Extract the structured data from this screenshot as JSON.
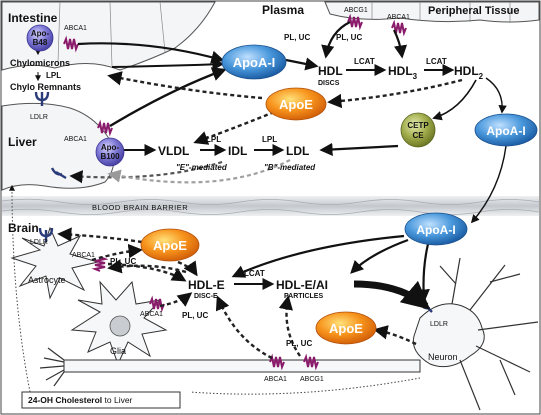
{
  "regions": {
    "intestine": "Intestine",
    "plasma": "Plasma",
    "peripheral_tissue": "Peripheral Tissue",
    "liver": "Liver",
    "brain": "Brain",
    "blood_brain_barrier": "BLOOD BRAIN BARRIER"
  },
  "proteins": {
    "apob48_line1": "Apo-",
    "apob48_line2": "B48",
    "apob100_line1": "Apo-",
    "apob100_line2": "B100",
    "apoai_plasma": "ApoA-I",
    "apoe_plasma": "ApoE",
    "cetp_line1": "CETP",
    "cetp_line2": "CE",
    "apoai_right": "ApoA-I",
    "apoai_brain": "ApoA-I",
    "apoe_astrocyte": "ApoE",
    "apoe_neuron": "ApoE"
  },
  "transporters": {
    "abca1_intestine": "ABCA1",
    "abcg1_peripheral": "ABCG1",
    "abca1_peripheral": "ABCA1",
    "abca1_liver": "ABCA1",
    "ldlr_liver": "LDLR",
    "ldlr_astrocyte": "LDLR",
    "abca1_astrocyte": "ABCA1",
    "abca1_glia": "ABCA1",
    "ldlr_neuron": "LDLR",
    "abca1_axon": "ABCA1",
    "abcg1_axon": "ABCG1"
  },
  "particles": {
    "chylomicrons": "Chylomicrons",
    "lpl_intestine": "LPL",
    "chylo_remnants": "Chylo Remnants",
    "hdl_discs_main": "HDL",
    "hdl_discs_sub": "DISCS",
    "hdl3_main": "HDL",
    "hdl3_sub": "3",
    "hdl2_main": "HDL",
    "hdl2_sub": "2",
    "vldl": "VLDL",
    "idl": "IDL",
    "ldl": "LDL",
    "hdle_main": "HDL-E",
    "hdle_sub": "DISC-E",
    "hdle_ai_main": "HDL-E/AI",
    "hdle_ai_sub": "PARTICLES"
  },
  "enzymes": {
    "pl_uc_1": "PL, UC",
    "pl_uc_2": "PL, UC",
    "lcat_1": "LCAT",
    "lcat_2": "LCAT",
    "lpl_1": "LPL",
    "lpl_2": "LPL",
    "e_mediated": "\"E\"-mediated",
    "b_mediated": "\"B\"-mediated",
    "pl_uc_astro": "PL, UC",
    "pl_uc_glia": "PL, UC",
    "lcat_brain": "LCAT",
    "pl_uc_axon": "PL, UC"
  },
  "cells": {
    "astrocyte": "Astrocyte",
    "glia": "Glia",
    "neuron": "Neuron"
  },
  "footer": {
    "label_bold": "24-OH Cholesterol",
    "label_rest": " to Liver"
  },
  "colors": {
    "apoai": "#3a86cc",
    "apoe": "#f07a10",
    "apob": "#6a64c4",
    "cetp": "#93a13a",
    "transporter": "#8a1a6a",
    "ldlr": "#2b3c7a",
    "barrier": "#c9cdd3"
  }
}
